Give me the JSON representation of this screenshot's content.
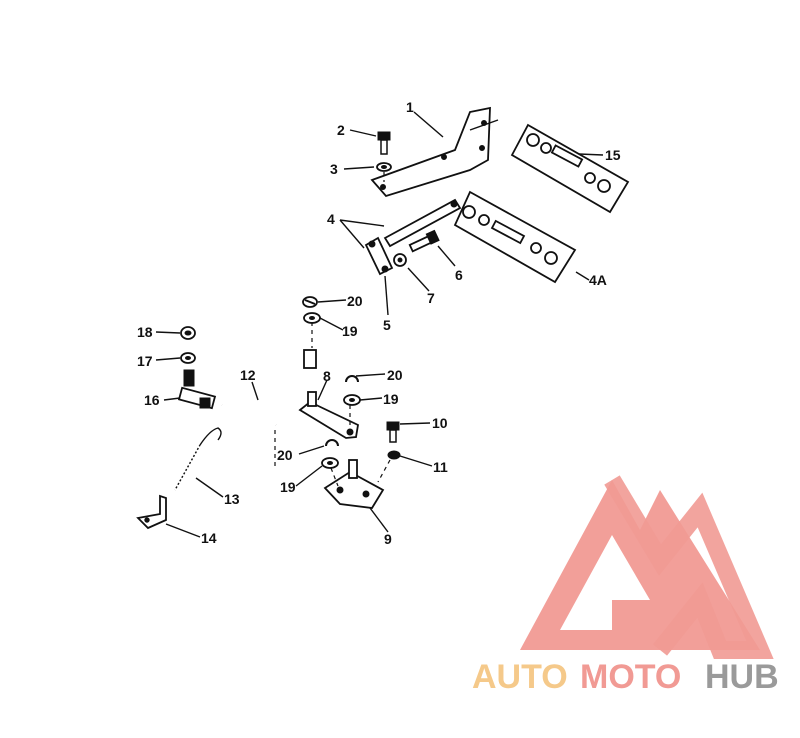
{
  "callouts": {
    "c1": "1",
    "c2": "2",
    "c3": "3",
    "c4": "4",
    "c4a": "4A",
    "c5": "5",
    "c6": "6",
    "c7": "7",
    "c8": "8",
    "c9": "9",
    "c10": "10",
    "c11": "11",
    "c12": "12",
    "c13": "13",
    "c14": "14",
    "c15": "15",
    "c16": "16",
    "c17": "17",
    "c18": "18",
    "c19a": "19",
    "c19b": "19",
    "c19c": "19",
    "c20a": "20",
    "c20b": "20",
    "c20c": "20"
  },
  "watermark": {
    "part1": "AUTO",
    "part2": "MOTO",
    "part3": "HUB"
  },
  "colors": {
    "ink": "#111111",
    "logo_red": "#f19a94",
    "logo_orange": "#f5c98a",
    "logo_gray": "#9a9a9a"
  }
}
